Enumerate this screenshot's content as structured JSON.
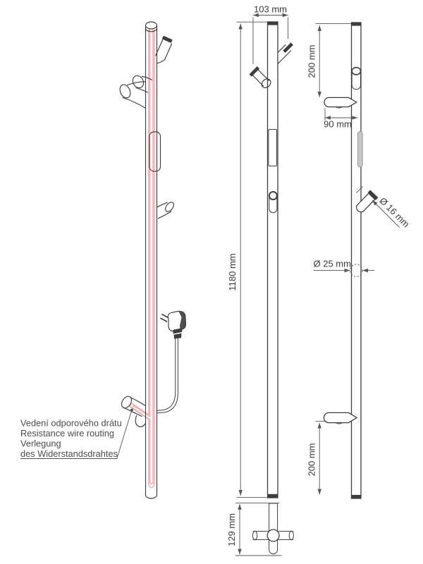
{
  "figure": {
    "kind": "technical-drawing",
    "views": [
      "perspective",
      "front",
      "side"
    ]
  },
  "annotation": {
    "lines": [
      "Vedení odporového drátu",
      "Resistance wire routing",
      "Verlegung",
      "des Widerstandsdrahtes"
    ]
  },
  "dimensions": {
    "front_width": "103 mm",
    "front_height": "1180 mm",
    "base_detail_height": "129 mm",
    "side_top_hook_offset": "200 mm",
    "side_hook_length": "90 mm",
    "hook_diameter": "Ø 16 mm",
    "tube_diameter": "Ø 25 mm",
    "side_bottom_hook_offset": "200 mm"
  },
  "colors": {
    "line": "#3d3d3d",
    "dimension": "#555555",
    "wire_red": "#e69c9c",
    "panel_gray": "#c7c7c7",
    "text": "#3a3a3a",
    "annotation_text": "#4c4c4c",
    "background": "#ffffff"
  }
}
